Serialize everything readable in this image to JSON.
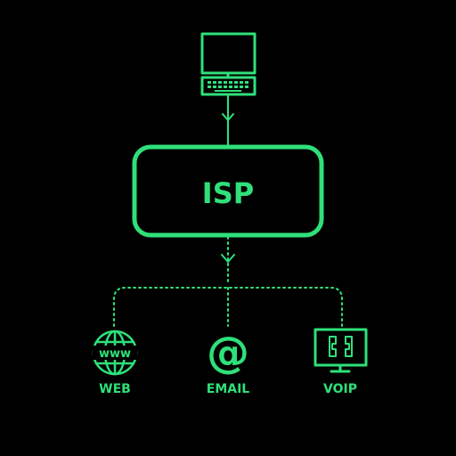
{
  "colors": {
    "background": "#000000",
    "accent": "#2fe07a"
  },
  "diagram": {
    "top_node": {
      "icon": "desktop-computer-icon"
    },
    "center_node": {
      "label": "ISP"
    },
    "children": [
      {
        "label": "WEB",
        "icon": "www-globe-icon"
      },
      {
        "label": "EMAIL",
        "icon": "at-sign-icon"
      },
      {
        "label": "VOIP",
        "icon": "voip-monitor-icon"
      }
    ]
  }
}
